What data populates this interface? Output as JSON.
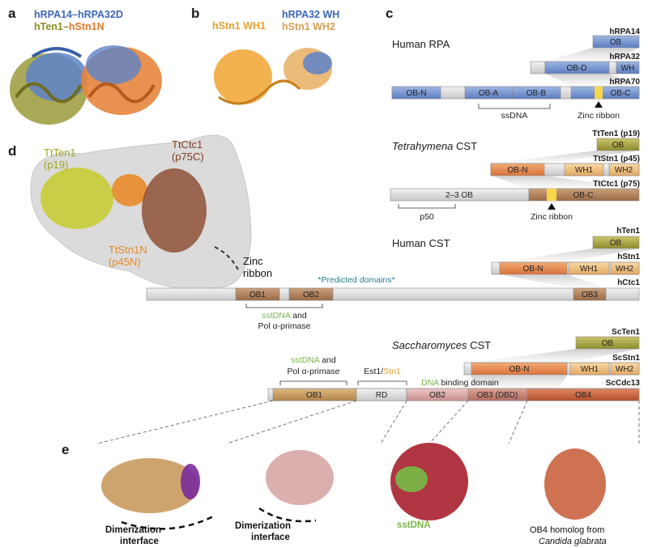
{
  "panels": {
    "a": "a",
    "b": "b",
    "c": "c",
    "d": "d",
    "e": "e"
  },
  "panel_a": {
    "title_line1": "hRPA14–hRPA32D",
    "title_line2_a": "hTen1–",
    "title_line2_b": "hStn1N"
  },
  "panel_b": {
    "left_title": "hStn1 WH1",
    "right_title_1": "hRPA32 WH",
    "right_title_2": "hStn1 WH2"
  },
  "panel_c": {
    "human_rpa": {
      "section": "Human RPA",
      "hrpa14": {
        "name": "hRPA14",
        "domains": [
          "OB"
        ]
      },
      "hrpa32": {
        "name": "hRPA32",
        "domains": [
          "OB-D",
          "WH"
        ]
      },
      "hrpa70": {
        "name": "hRPA70",
        "domains": [
          "OB-N",
          "OB-A",
          "OB-B",
          "OB-C"
        ]
      },
      "ssdna": "ssDNA",
      "zinc": "Zinc ribbon"
    },
    "tetra": {
      "section_italic": "Tetrahymena",
      "section_rest": " CST",
      "ten1": {
        "name": "TtTen1 (p19)",
        "domains": [
          "OB"
        ]
      },
      "stn1": {
        "name": "TtStn1 (p45)",
        "domains": [
          "OB-N",
          "WH1",
          "WH2"
        ]
      },
      "ctc1": {
        "name": "TtCtc1 (p75)",
        "domains": [
          "2–3 OB",
          "OB-C"
        ]
      },
      "p50": "p50",
      "zinc": "Zinc ribbon"
    },
    "human_cst": {
      "section": "Human CST",
      "ten1": {
        "name": "hTen1",
        "domains": [
          "OB"
        ]
      },
      "stn1": {
        "name": "hStn1",
        "domains": [
          "OB-N",
          "WH1",
          "WH2"
        ]
      },
      "ctc1": {
        "name": "hCtc1",
        "domains": [
          "OB1",
          "OB2",
          "OB3"
        ]
      },
      "predicted": "*Predicted domains*",
      "sstdna": "sstDNA",
      "and": " and",
      "pol": "Pol α-primase"
    },
    "yeast": {
      "section_italic": "Saccharomyces",
      "section_rest": " CST",
      "ten1": {
        "name": "ScTen1",
        "domains": [
          "OB"
        ]
      },
      "stn1": {
        "name": "ScStn1",
        "domains": [
          "OB-N",
          "WH1",
          "WH2"
        ]
      },
      "cdc13": {
        "name": "ScCdc13",
        "domains": [
          "OB1",
          "RD",
          "OB2",
          "OB3 (DBD)",
          "OB4"
        ]
      },
      "sstdna": "sstDNA",
      "and": " and",
      "pol": "Pol α-primase",
      "est1": "Est1/",
      "stn1_word": "Stn1",
      "dna": "DNA",
      "binding": " binding domain"
    }
  },
  "panel_d": {
    "ttten1": "TtTen1",
    "p19": "(p19)",
    "ttctc1": "TtCtc1",
    "p75c": "(p75C)",
    "ttstn1n": "TtStn1N",
    "p45n": "(p45N)",
    "zinc1": "Zinc",
    "zinc2": "ribbon"
  },
  "panel_e": {
    "dimer1_1": "Dimerization",
    "dimer1_2": "interface",
    "dimer2_1": "Dimerization",
    "dimer2_2": "interface",
    "sstdna": "sstDNA",
    "ob4_1": "OB4 homolog from",
    "ob4_2": "Candida glabrata"
  },
  "colors": {
    "rpa_blue": "#6f8fcf",
    "grey": "#d9d9d9",
    "ten1_olive": "#a8a43c",
    "stn1_orange": "#e8894a",
    "stn1_wh": "#f0c07f",
    "ctc1_brown": "#b07c55",
    "zinc_yellow": "#f6d64a",
    "ob1_tan": "#c99a5e",
    "ob2_pink": "#d8a6a6",
    "ob3_dbd": "#c9857a",
    "ob4_rust": "#c9633f",
    "sstdna_green": "#7ab648",
    "pol_purple": "#7a2a9a",
    "teal": "#2e7c8c"
  }
}
